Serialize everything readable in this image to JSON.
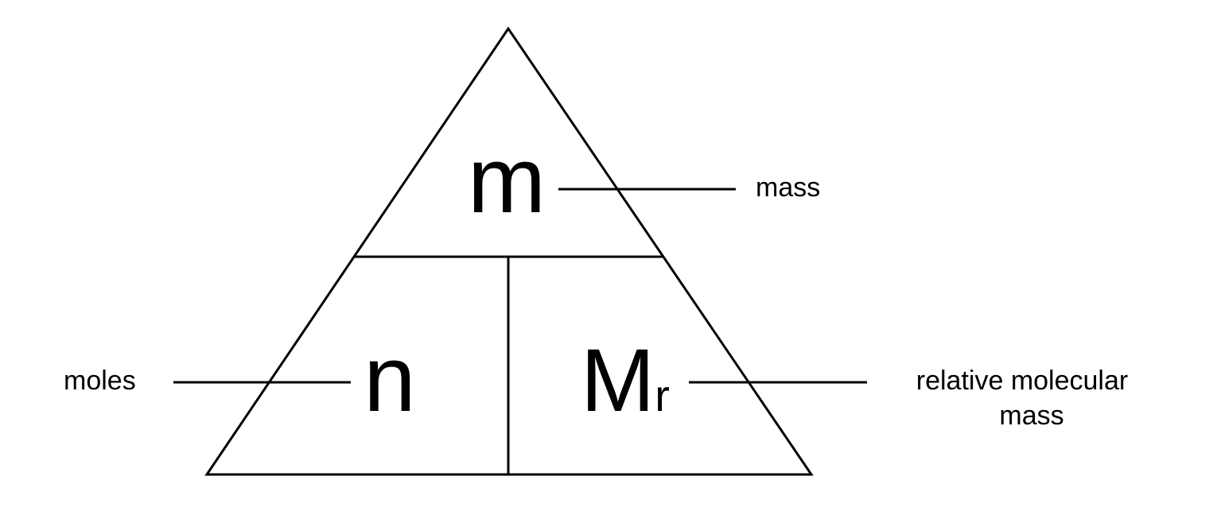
{
  "diagram": {
    "symbols": {
      "top": "m",
      "bottom_left": "n",
      "bottom_right_main": "M",
      "bottom_right_sub": "r"
    },
    "labels": {
      "mass": "mass",
      "moles": "moles",
      "relative_molecular_mass_line1": "relative molecular",
      "relative_molecular_mass_line2": "mass"
    }
  }
}
